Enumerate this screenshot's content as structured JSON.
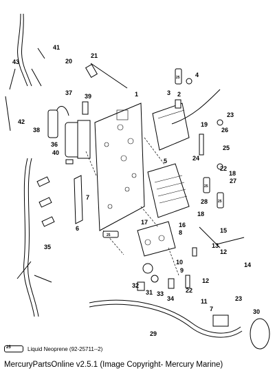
{
  "callouts": [
    "1",
    "2",
    "3",
    "4",
    "5",
    "6",
    "7",
    "8",
    "9",
    "10",
    "11",
    "12",
    "13",
    "14",
    "15",
    "16",
    "17",
    "18",
    "19",
    "20",
    "21",
    "22",
    "23",
    "24",
    "25",
    "26",
    "27",
    "28",
    "29",
    "30",
    "31",
    "32",
    "33",
    "34",
    "35",
    "36",
    "37",
    "38",
    "39",
    "40",
    "41",
    "42",
    "43"
  ],
  "tube_label": "25",
  "legend": {
    "tube_number": "25",
    "text": "Liquid Neoprene (92-25711--2)"
  },
  "caption": "MercuryPartsOnline v2.5.1 (Image Copyright- Mercury Marine)"
}
